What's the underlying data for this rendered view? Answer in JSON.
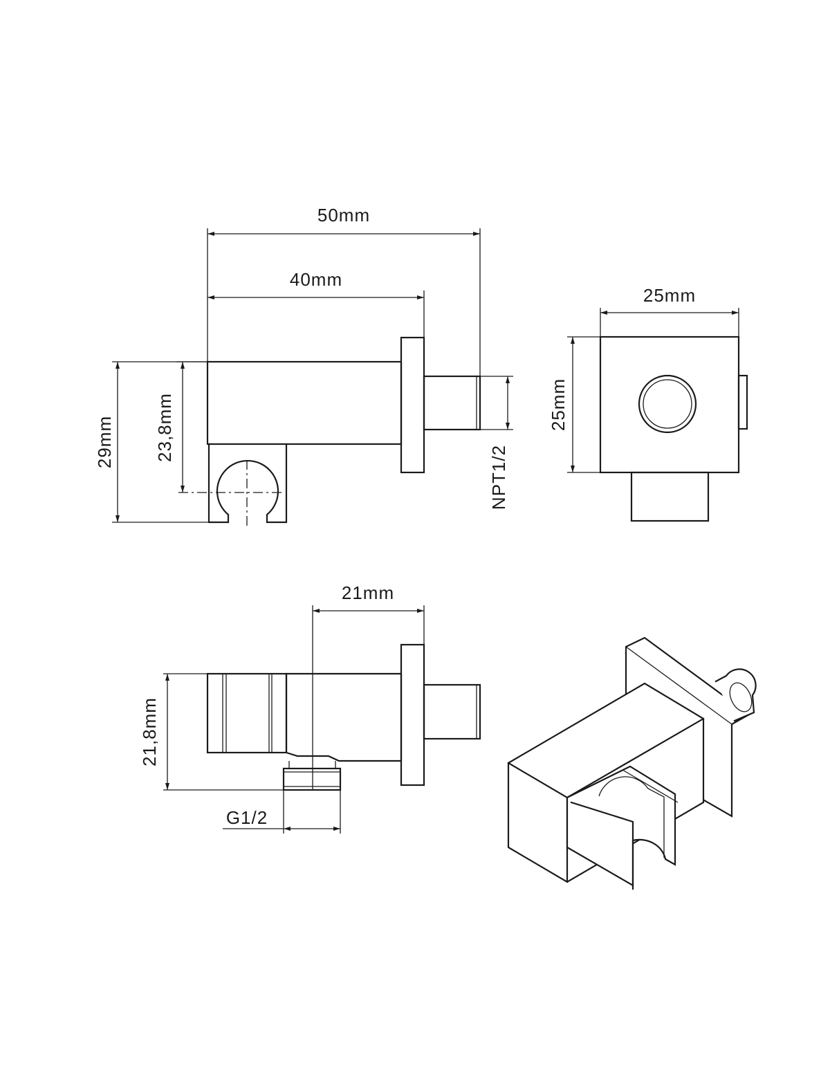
{
  "drawing": {
    "colors": {
      "line": "#1a1a1a",
      "background": "#ffffff"
    },
    "front_view": {
      "dim_overall_length": "50mm",
      "dim_body_length": "40mm",
      "dim_total_height": "29mm",
      "dim_center_height": "23,8mm",
      "thread_outlet": "NPT1/2"
    },
    "end_view": {
      "dim_width": "25mm",
      "dim_height": "25mm"
    },
    "top_view": {
      "dim_inlet_offset": "21mm",
      "dim_height": "21,8mm",
      "thread_inlet": "G1/2"
    }
  }
}
